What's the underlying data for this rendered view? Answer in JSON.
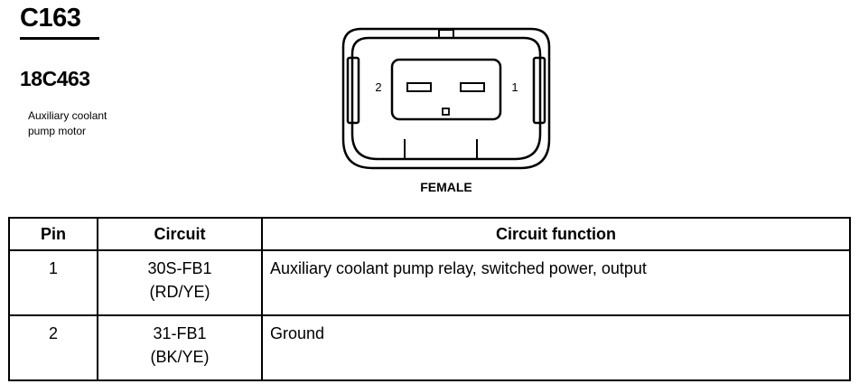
{
  "header": {
    "connector_id": "C163",
    "part_number": "18C463",
    "description_line1": "Auxiliary coolant",
    "description_line2": "pump motor"
  },
  "diagram": {
    "pin_label_left": "2",
    "pin_label_right": "1",
    "gender": "FEMALE"
  },
  "table": {
    "headers": {
      "pin": "Pin",
      "circuit": "Circuit",
      "function": "Circuit function"
    },
    "rows": [
      {
        "pin": "1",
        "circuit_code": "30S-FB1",
        "circuit_color": "(RD/YE)",
        "function": "Auxiliary coolant pump relay, switched power, output"
      },
      {
        "pin": "2",
        "circuit_code": "31-FB1",
        "circuit_color": "(BK/YE)",
        "function": "Ground"
      }
    ]
  }
}
